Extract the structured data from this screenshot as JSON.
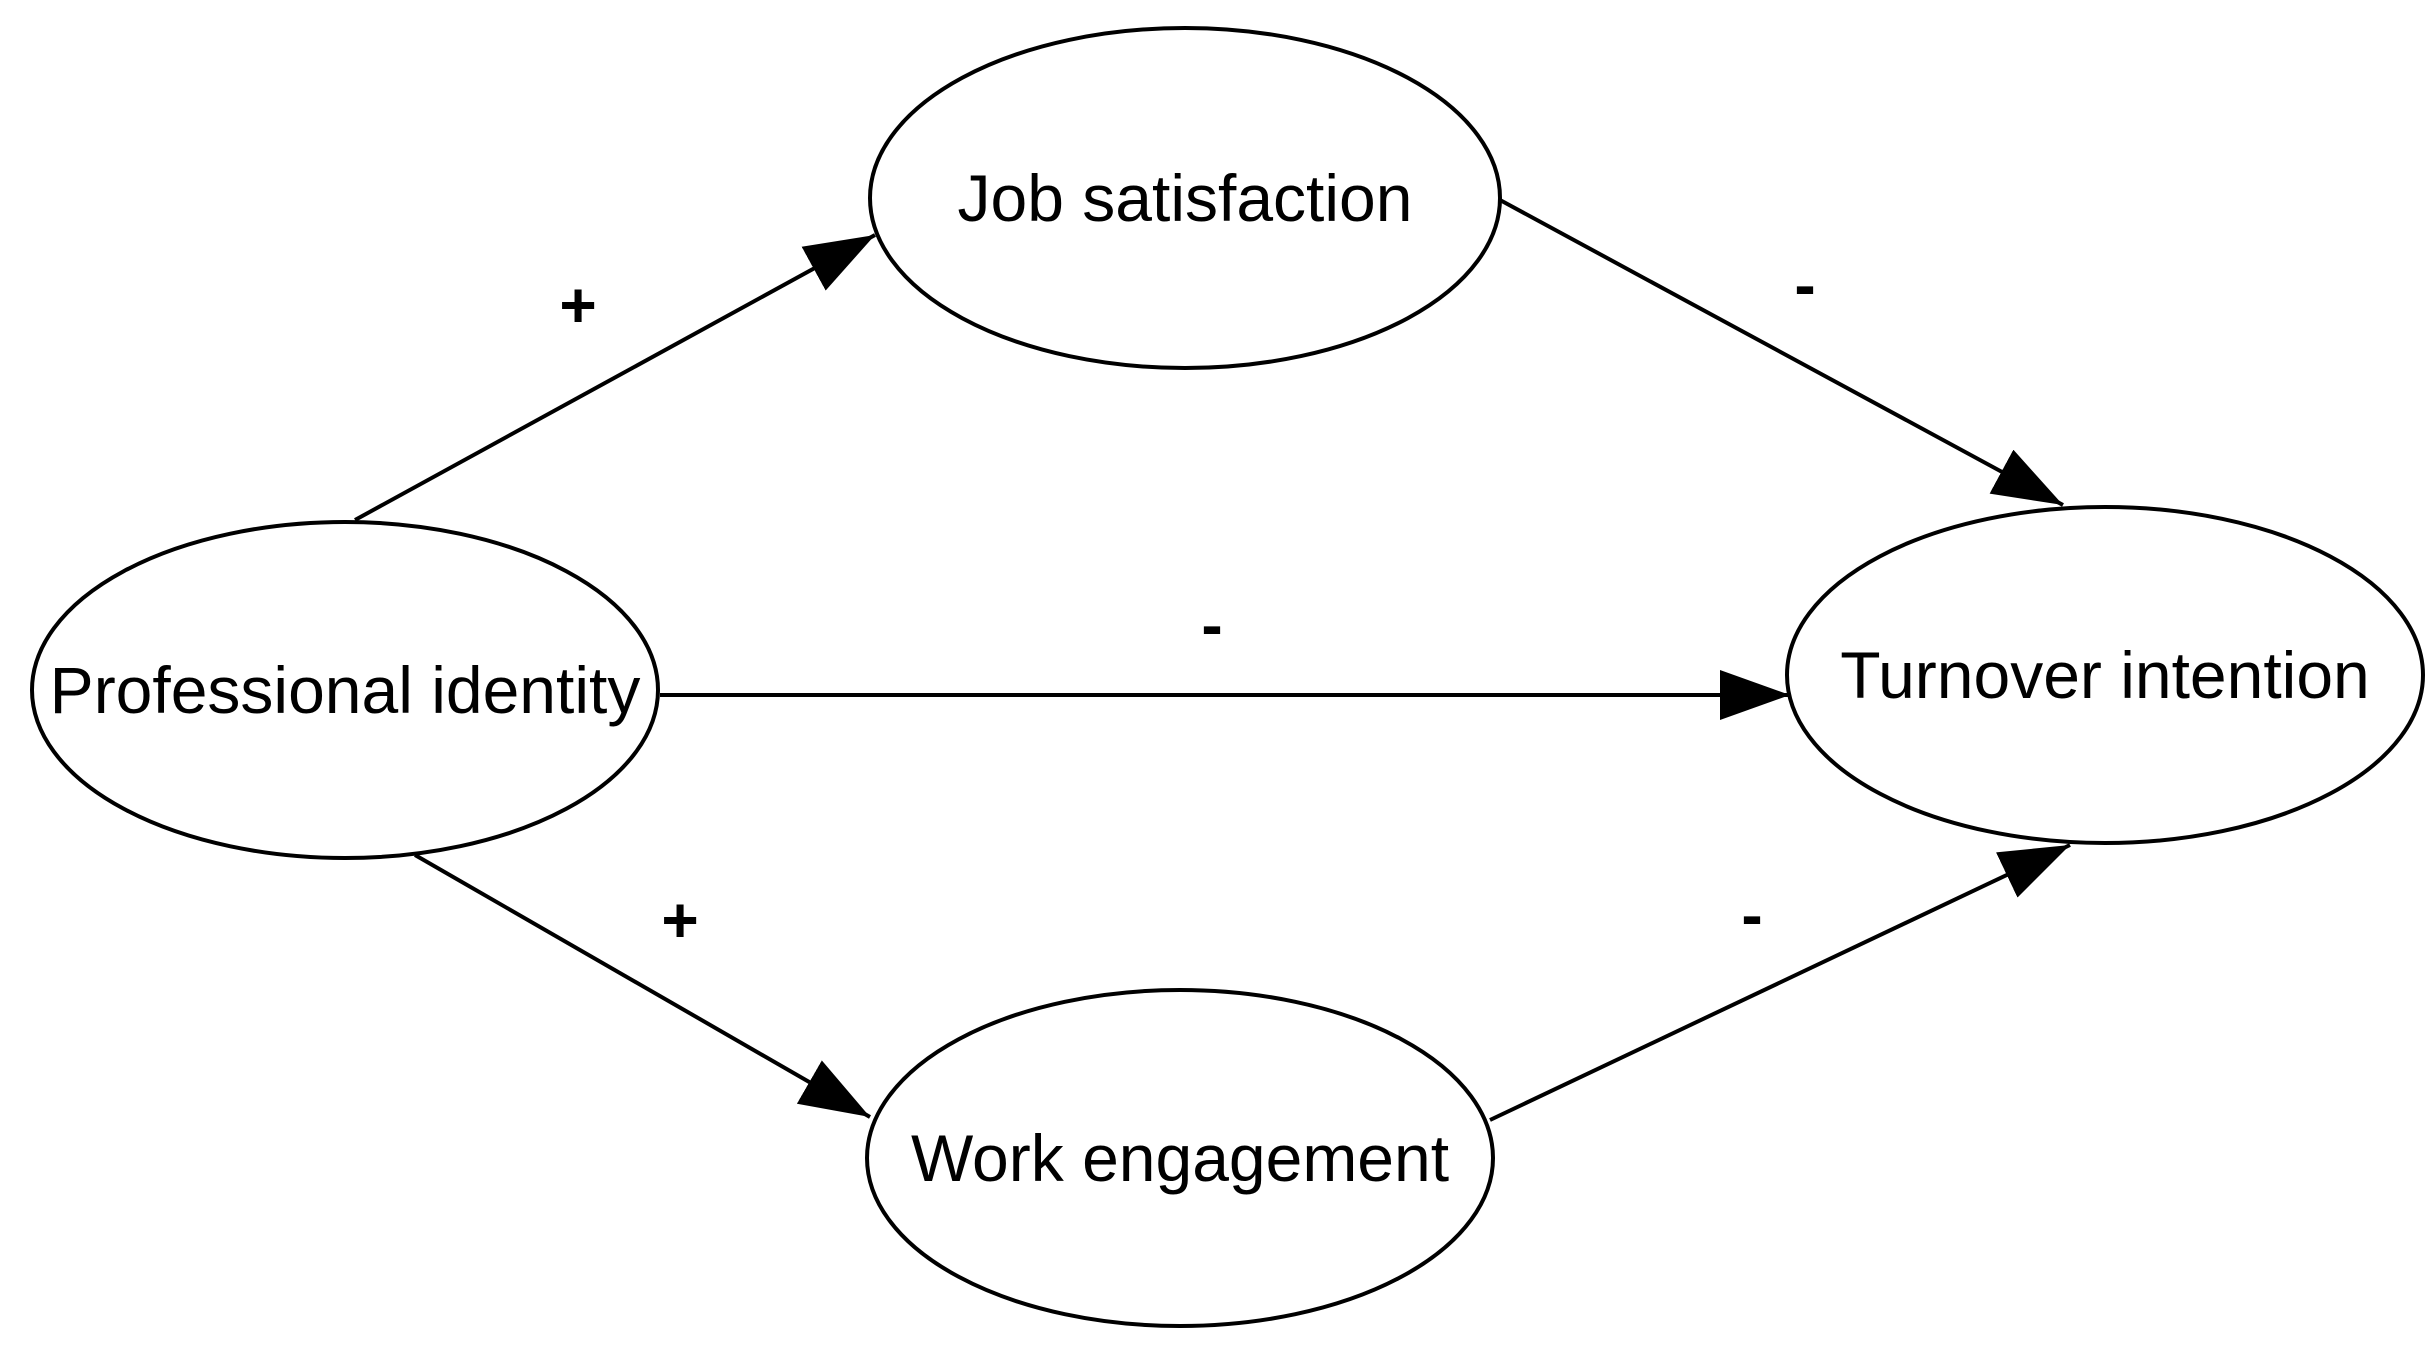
{
  "diagram": {
    "nodes": {
      "job_satisfaction": {
        "label": "Job satisfaction"
      },
      "professional_identity": {
        "label": "Professional identity"
      },
      "turnover_intention": {
        "label": "Turnover intention"
      },
      "work_engagement": {
        "label": "Work engagement"
      }
    },
    "edges": [
      {
        "from": "professional_identity",
        "to": "job_satisfaction",
        "sign": "+"
      },
      {
        "from": "job_satisfaction",
        "to": "turnover_intention",
        "sign": "-"
      },
      {
        "from": "professional_identity",
        "to": "turnover_intention",
        "sign": "-"
      },
      {
        "from": "professional_identity",
        "to": "work_engagement",
        "sign": "+"
      },
      {
        "from": "work_engagement",
        "to": "turnover_intention",
        "sign": "-"
      }
    ]
  }
}
